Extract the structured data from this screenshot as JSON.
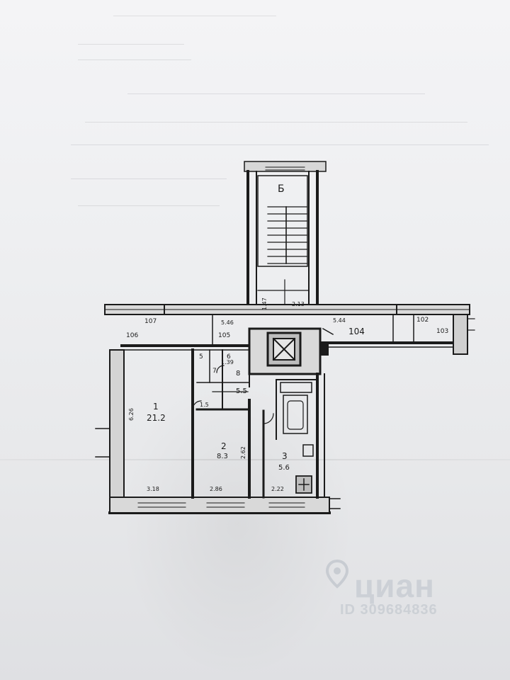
{
  "document": {
    "stair_label": "Б",
    "rooms": [
      {
        "number": "1",
        "area": "21.2"
      },
      {
        "number": "2",
        "area": "8.3"
      },
      {
        "number": "3",
        "area": "5.6"
      }
    ],
    "unit_numbers": {
      "r105": "105",
      "r106": "106",
      "r107": "107",
      "r104": "104",
      "r102": "102",
      "r103": "103",
      "r5": "5",
      "r6": "6",
      "r7": "7",
      "r8": "8"
    },
    "dimensions": {
      "d_3_18": "3.18",
      "d_2_86": "2.86",
      "d_2_22": "2.22",
      "d_5_5": "5.5",
      "d_6_26": "6.26",
      "d_2_62": "2.62",
      "d_5_46": "5.46",
      "d_5_44": "5.44",
      "d_1_47": "1.47",
      "d_2_13": "2.13",
      "d_1_5": "1.5",
      "d_1_39": "1.39"
    }
  },
  "watermark": {
    "brand": "циан",
    "listing_id": "ID 309684836"
  },
  "colors": {
    "ink": "#1b1b1b",
    "paper": "#eeeff1",
    "watermark": "#c8ccd2"
  }
}
